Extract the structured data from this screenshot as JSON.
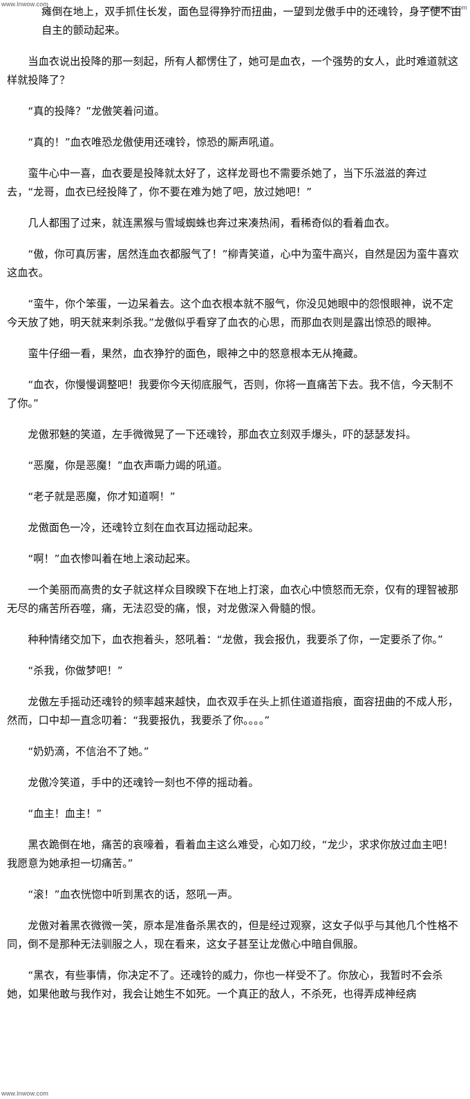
{
  "watermarks": {
    "top_left": "www.lnwow.com",
    "top_right": "www.lnwow.com",
    "bottom_left": "www.lnwow.com"
  },
  "paragraphs": [
    "瘫倒在地上，双手抓住长发，面色显得狰狞而扭曲，一望到龙傲手中的还魂铃，身子便不由自主的颤动起来。",
    "当血衣说出投降的那一刻起，所有人都愣住了，她可是血衣，一个强势的女人，此时难道就这样就投降了？",
    "“真的投降？”龙傲笑着问道。",
    "“真的！”血衣唯恐龙傲使用还魂铃，惊恐的厮声吼道。",
    "蛮牛心中一喜，血衣要是投降就太好了，这样龙哥也不需要杀她了，当下乐滋滋的奔过去，“龙哥，血衣已经投降了，你不要在难为她了吧，放过她吧！”",
    "几人都围了过来，就连黑猴与雪域蜘蛛也奔过来凑热闹，看稀奇似的看着血衣。",
    "“傲，你可真厉害，居然连血衣都服气了！”柳青笑道，心中为蛮牛高兴，自然是因为蛮牛喜欢这血衣。",
    "“蛮牛，你个笨蛋，一边呆着去。这个血衣根本就不服气，你没见她眼中的怨恨眼神，说不定今天放了她，明天就来刺杀我。”龙傲似乎看穿了血衣的心思，而那血衣则是露出惊恐的眼神。",
    "蛮牛仔细一看，果然，血衣狰狞的面色，眼神之中的怒意根本无从掩藏。",
    "“血衣，你慢慢调整吧！我要你今天彻底服气，否则，你将一直痛苦下去。我不信，今天制不了你。”",
    "龙傲邪魅的笑道，左手微微晃了一下还魂铃，那血衣立刻双手爆头，吓的瑟瑟发抖。",
    "“恶魔，你是恶魔！”血衣声嘶力竭的吼道。",
    "“老子就是恶魔，你才知道啊！”",
    "龙傲面色一冷，还魂铃立刻在血衣耳边摇动起来。",
    "“啊！”血衣惨叫着在地上滚动起来。",
    "一个美丽而高贵的女子就这样众目睽睽下在地上打滚，血衣心中愤怒而无奈，仅有的理智被那无尽的痛苦所吞噬，痛，无法忍受的痛，恨，对龙傲深入骨髓的恨。",
    "种种情绪交加下，血衣抱着头，怒吼着：“龙傲，我会报仇，我要杀了你，一定要杀了你。”",
    "“杀我，你做梦吧！”",
    "龙傲左手摇动还魂铃的频率越来越快，血衣双手在头上抓住道道指痕，面容扭曲的不成人形，然而，口中却一直念叨着：“我要报仇，我要杀了你。。。。”",
    "“奶奶滴，不信治不了她。”",
    "龙傲冷笑道，手中的还魂铃一刻也不停的摇动着。",
    "“血主！血主！”",
    "黑衣跪倒在地，痛苦的哀嚎着，看着血主这么难受，心如刀绞，“龙少，求求你放过血主吧！我愿意为她承担一切痛苦。”",
    "“滚！”血衣恍惚中听到黑衣的话，怒吼一声。",
    "龙傲对着黑衣微微一笑，原本是准备杀黑衣的，但是经过观察，这女子似乎与其他几个性格不同，倒不是那种无法驯服之人，现在看来，这女子甚至让龙傲心中暗自佩服。",
    "“黑衣，有些事情，你决定不了。还魂铃的威力，你也一样受不了。你放心，我暂时不会杀她，如果他敢与我作对，我会让她生不如死。一个真正的敌人，不杀死，也得弄成神经病"
  ]
}
